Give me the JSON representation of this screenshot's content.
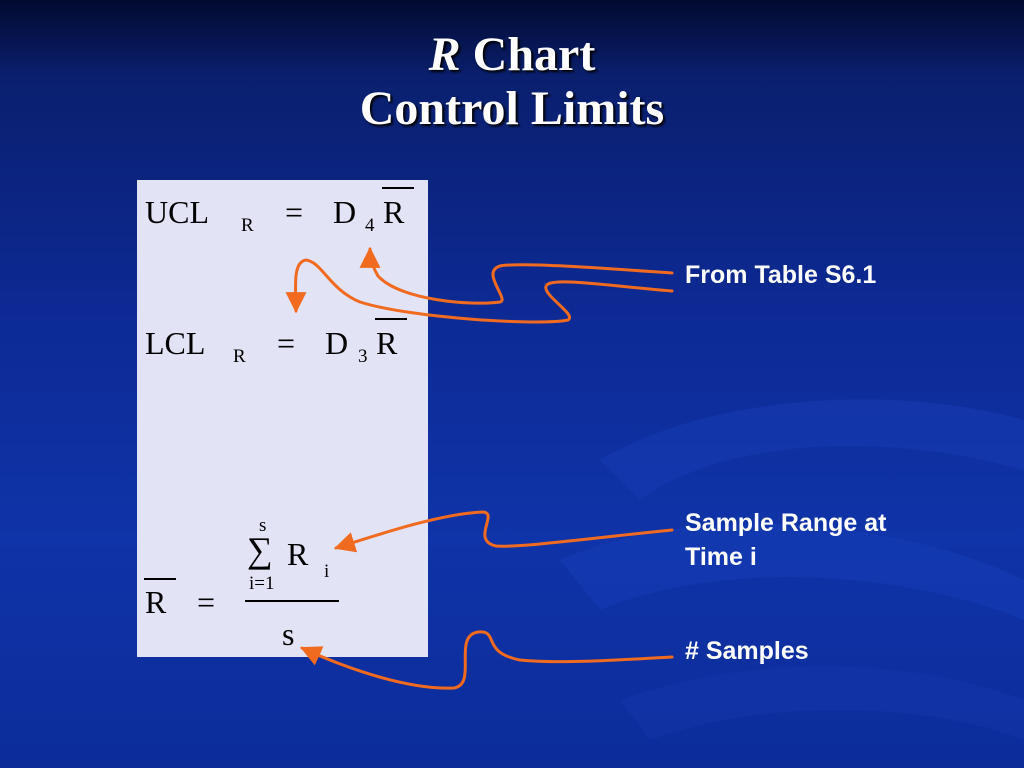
{
  "title": {
    "line1_italic": "R",
    "line1_rest": " Chart",
    "line2": "Control Limits"
  },
  "formulas": {
    "ucl": {
      "lhs": "UCL",
      "lhs_sub": "R",
      "eq": "=",
      "coef": "D",
      "coef_sub": "4",
      "var": "R"
    },
    "lcl": {
      "lhs": "LCL",
      "lhs_sub": "R",
      "eq": "=",
      "coef": "D",
      "coef_sub": "3",
      "var": "R"
    },
    "rbar": {
      "lhs": "R",
      "eq": "=",
      "sum_sign": "∑",
      "sum_upper": "s",
      "sum_lower": "i=1",
      "term": "R",
      "term_sub": "i",
      "denominator": "s"
    }
  },
  "annotations": {
    "table": "From Table S6.1",
    "range_line1": "Sample Range at",
    "range_line2": "Time i",
    "samples": "# Samples"
  },
  "colors": {
    "arrow": "#f06a1f",
    "formula_bg": "#e3e3f6",
    "title_text": "#ffffff"
  }
}
